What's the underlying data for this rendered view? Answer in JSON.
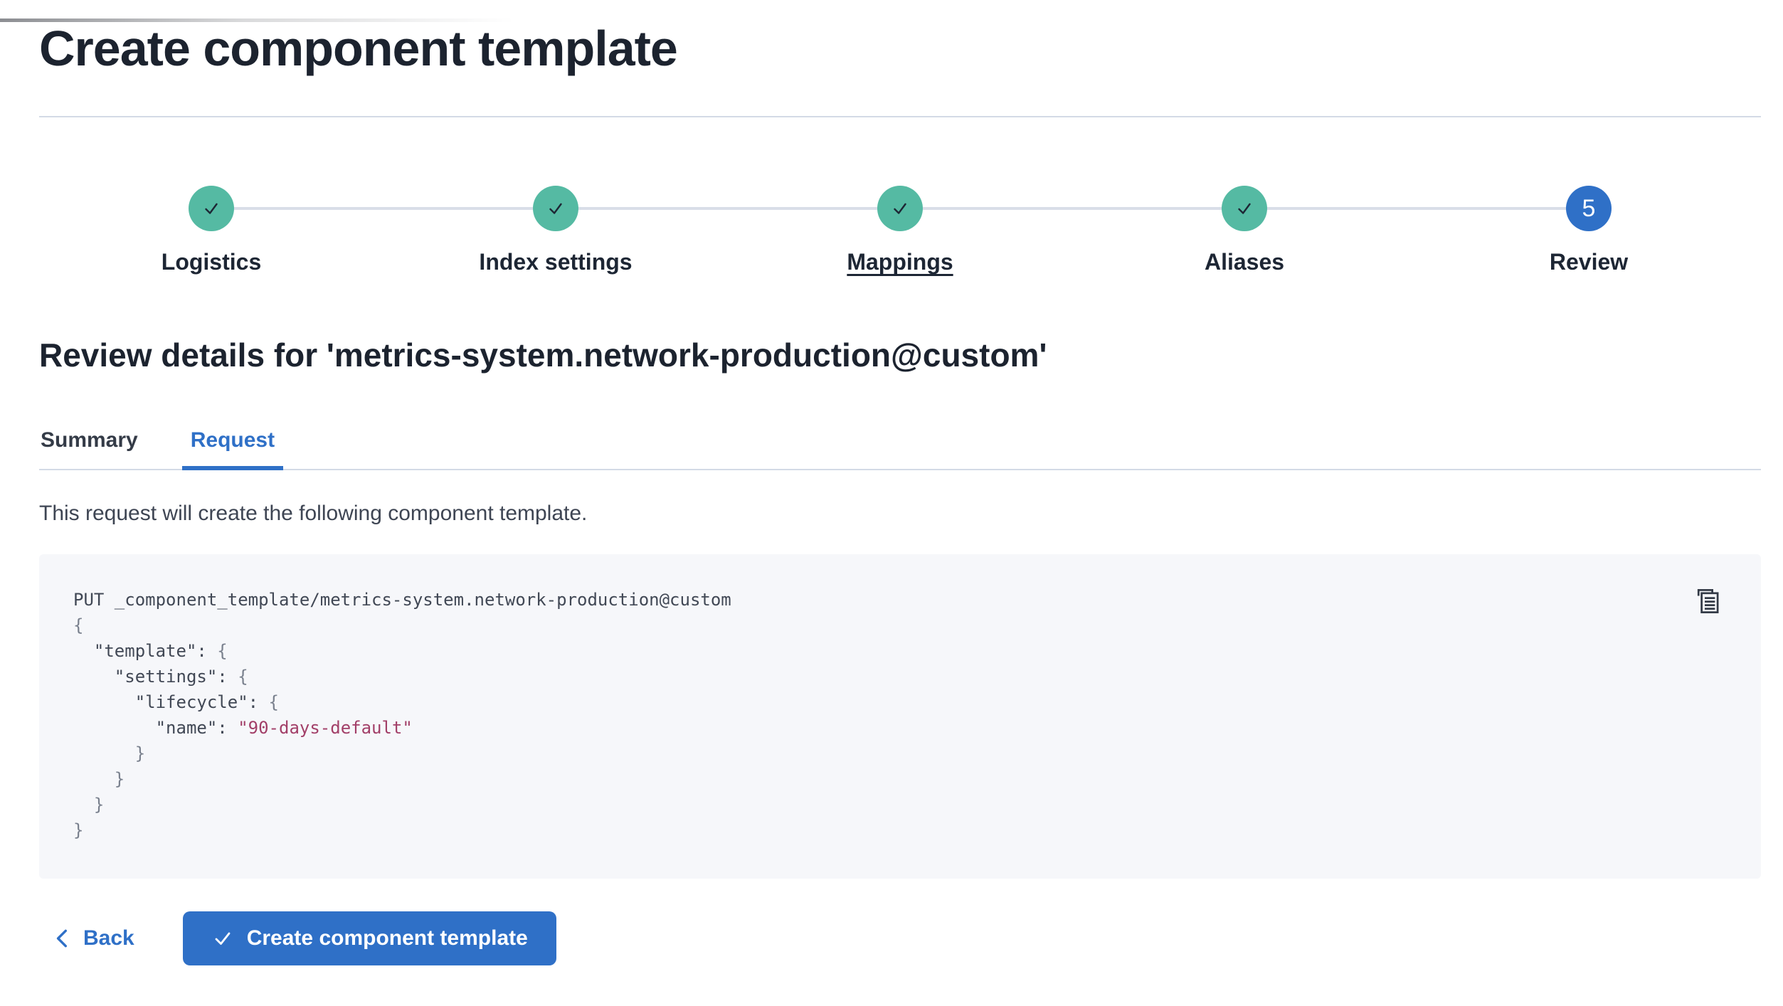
{
  "page": {
    "title": "Create component template",
    "review_heading": "Review details for 'metrics-system.network-production@custom'"
  },
  "stepper": {
    "steps": [
      {
        "label": "Logistics",
        "status": "complete"
      },
      {
        "label": "Index settings",
        "status": "complete"
      },
      {
        "label": "Mappings",
        "status": "complete",
        "underline": true
      },
      {
        "label": "Aliases",
        "status": "complete"
      },
      {
        "label": "Review",
        "status": "current",
        "number": "5"
      }
    ]
  },
  "tabs": [
    {
      "label": "Summary",
      "active": false
    },
    {
      "label": "Request",
      "active": true
    }
  ],
  "request_tab": {
    "description": "This request will create the following component template.",
    "code_lines": [
      [
        {
          "t": "PUT _component_template/metrics-system.network-production@custom",
          "c": "p"
        }
      ],
      [
        {
          "t": "{",
          "c": "g"
        }
      ],
      [
        {
          "t": "  \"template\"",
          "c": "p"
        },
        {
          "t": ": ",
          "c": "p"
        },
        {
          "t": "{",
          "c": "g"
        }
      ],
      [
        {
          "t": "    \"settings\"",
          "c": "p"
        },
        {
          "t": ": ",
          "c": "p"
        },
        {
          "t": "{",
          "c": "g"
        }
      ],
      [
        {
          "t": "      \"lifecycle\"",
          "c": "p"
        },
        {
          "t": ": ",
          "c": "p"
        },
        {
          "t": "{",
          "c": "g"
        }
      ],
      [
        {
          "t": "        \"name\"",
          "c": "p"
        },
        {
          "t": ": ",
          "c": "p"
        },
        {
          "t": "\"90-days-default\"",
          "c": "s"
        }
      ],
      [
        {
          "t": "      }",
          "c": "g"
        }
      ],
      [
        {
          "t": "    }",
          "c": "g"
        }
      ],
      [
        {
          "t": "  }",
          "c": "g"
        }
      ],
      [
        {
          "t": "}",
          "c": "g"
        }
      ]
    ]
  },
  "footer": {
    "back_label": "Back",
    "submit_label": "Create component template"
  },
  "icons": {
    "completed_step": "check-icon",
    "copy": "copy-clipboard-icon",
    "back": "chevron-left-icon",
    "submit": "check-icon"
  },
  "colors": {
    "primary_blue": "#2f70c7",
    "success_teal": "#55baa3",
    "code_string": "#a23f68",
    "code_text": "#414855",
    "code_punctuation": "#79808d",
    "divider": "#d3dae6",
    "code_background": "#f6f7fa",
    "heading_text": "#1c232f"
  }
}
